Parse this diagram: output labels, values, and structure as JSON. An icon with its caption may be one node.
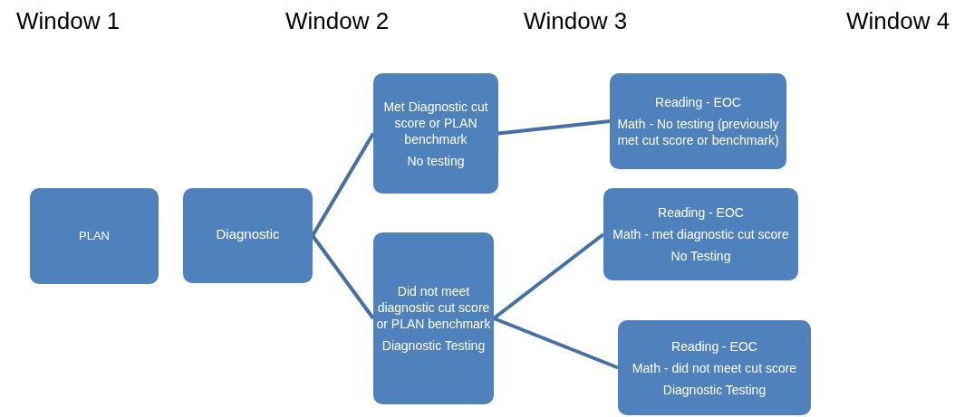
{
  "diagram": {
    "nodes": [
      {
        "text": [
          "PLAN"
        ]
      },
      {
        "text": [
          "Diagnostic"
        ]
      },
      {
        "text": [
          "Met Diagnostic cut score or PLAN benchmark",
          "No testing"
        ]
      },
      {
        "text": [
          "Did not meet diagnostic cut score or PLAN benchmark",
          "Diagnostic Testing"
        ]
      },
      {
        "text": [
          "Reading - EOC",
          "Math - No testing (previously met cut score or benchmark)"
        ]
      },
      {
        "text": [
          "Reading - EOC",
          "Math - met diagnostic cut score",
          "No Testing"
        ]
      },
      {
        "text": [
          "Reading - EOC",
          "Math - did not meet cut score",
          "Diagnostic Testing"
        ]
      }
    ],
    "edges": [
      {
        "from": 1,
        "to": 2,
        "arrow": "none"
      },
      {
        "from": 1,
        "to": 3,
        "arrow": "none"
      },
      {
        "from": 2,
        "to": 4,
        "arrow": "none"
      },
      {
        "from": 3,
        "to": 5,
        "arrow": "none"
      },
      {
        "from": 3,
        "to": 6,
        "arrow": "none"
      }
    ],
    "labels": [
      "Window 1",
      "Window 2",
      "Window 3",
      "Window 4"
    ]
  }
}
